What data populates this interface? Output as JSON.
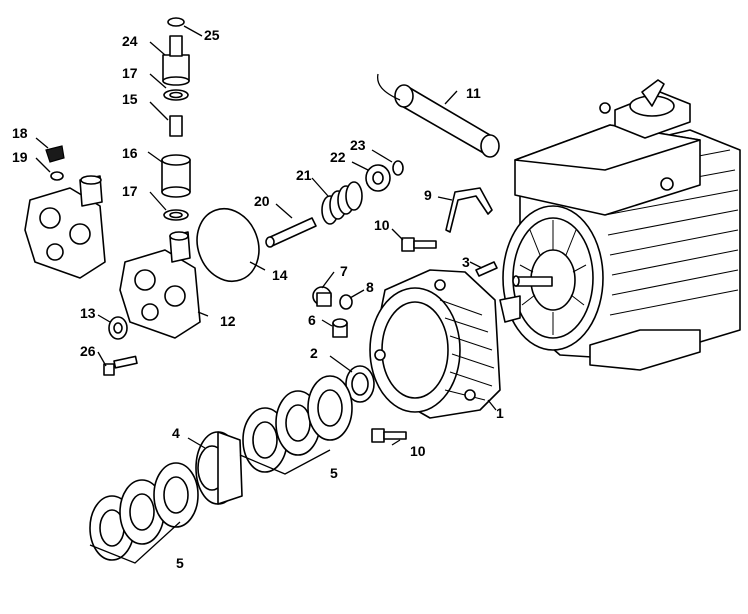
{
  "labels": {
    "p1": "1",
    "p2": "2",
    "p3": "3",
    "p4": "4",
    "p5a": "5",
    "p5b": "5",
    "p6": "6",
    "p7": "7",
    "p8": "8",
    "p9": "9",
    "p10a": "10",
    "p10b": "10",
    "p11": "11",
    "p12": "12",
    "p13": "13",
    "p14": "14",
    "p15": "15",
    "p16": "16",
    "p17a": "17",
    "p17b": "17",
    "p18": "18",
    "p19": "19",
    "p20": "20",
    "p21": "21",
    "p22": "22",
    "p23": "23",
    "p24": "24",
    "p25": "25",
    "p26": "26"
  }
}
